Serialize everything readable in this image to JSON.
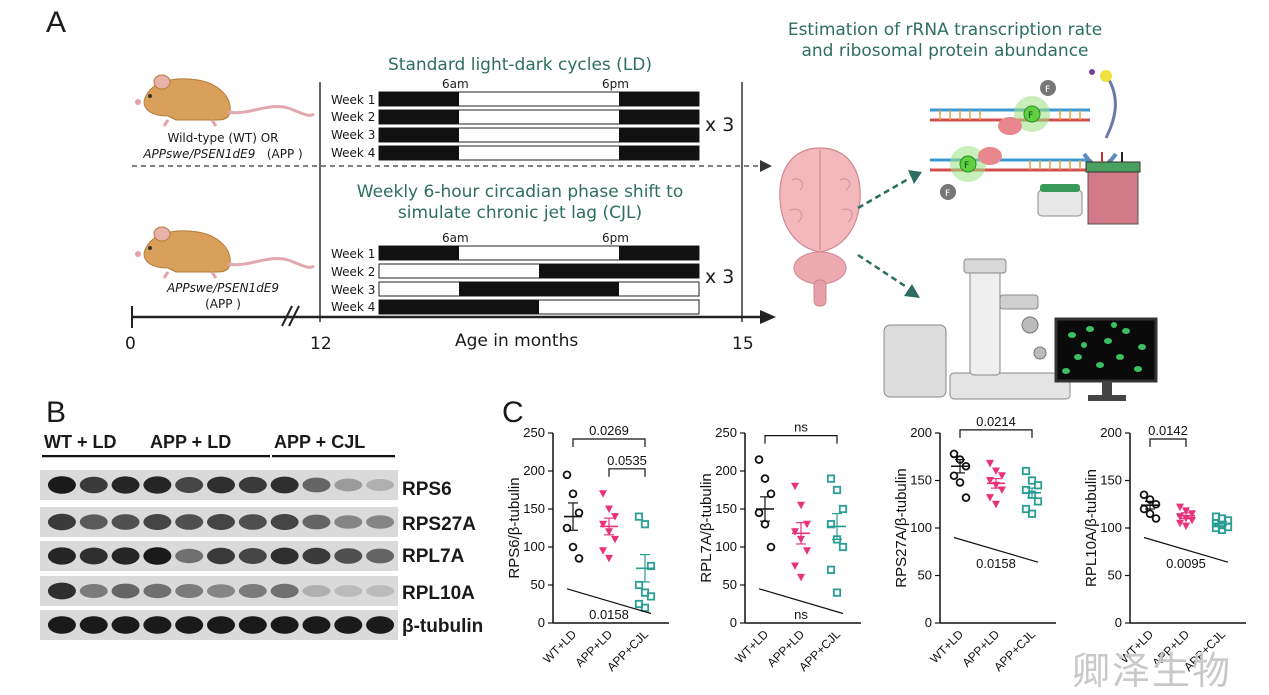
{
  "panels": {
    "a": "A",
    "b": "B",
    "c": "C"
  },
  "panel_a": {
    "header": [
      "Estimation of rRNA transcription rate",
      "and ribosomal protein abundance"
    ],
    "ld_title": "Standard light-dark cycles (LD)",
    "cjl_title": [
      "Weekly 6-hour circadian phase shift to",
      "simulate chronic jet lag (CJL)"
    ],
    "mouse1_label": [
      "Wild-type (WT) OR",
      "APPswe/PSEN1dE9",
      "(APP )"
    ],
    "mouse2_label": [
      "APPswe/PSEN1dE9",
      "(APP )"
    ],
    "time_6am": "6am",
    "time_6pm": "6pm",
    "weeks": [
      "Week 1",
      "Week 2",
      "Week 3",
      "Week 4"
    ],
    "repeat": "x 3",
    "axis_ticks": [
      "0",
      "12",
      "15"
    ],
    "axis_label": "Age in months",
    "ld_schedule": [
      {
        "dark": [
          [
            0,
            6
          ],
          [
            18,
            24
          ]
        ]
      },
      {
        "dark": [
          [
            0,
            6
          ],
          [
            18,
            24
          ]
        ]
      },
      {
        "dark": [
          [
            0,
            6
          ],
          [
            18,
            24
          ]
        ]
      },
      {
        "dark": [
          [
            0,
            6
          ],
          [
            18,
            24
          ]
        ]
      }
    ],
    "cjl_schedule": [
      {
        "dark": [
          [
            0,
            6
          ],
          [
            18,
            24
          ]
        ]
      },
      {
        "dark": [
          [
            12,
            24
          ]
        ]
      },
      {
        "dark": [
          [
            6,
            18
          ]
        ]
      },
      {
        "dark": [
          [
            0,
            12
          ]
        ]
      }
    ]
  },
  "panel_b": {
    "groups": [
      "WT + LD",
      "APP + LD",
      "APP + CJL"
    ],
    "proteins": [
      "RPS6",
      "RPS27A",
      "RPL7A",
      "RPL10A",
      "β-tubulin"
    ],
    "band_intensity": [
      [
        0.95,
        0.8,
        0.9,
        0.9,
        0.75,
        0.85,
        0.8,
        0.85,
        0.6,
        0.35,
        0.25
      ],
      [
        0.8,
        0.65,
        0.7,
        0.75,
        0.7,
        0.75,
        0.7,
        0.75,
        0.6,
        0.45,
        0.45
      ],
      [
        0.9,
        0.85,
        0.9,
        0.95,
        0.55,
        0.8,
        0.75,
        0.85,
        0.8,
        0.7,
        0.6
      ],
      [
        0.85,
        0.5,
        0.6,
        0.55,
        0.5,
        0.45,
        0.5,
        0.55,
        0.25,
        0.2,
        0.2
      ],
      [
        0.95,
        0.95,
        0.95,
        0.95,
        0.95,
        0.95,
        0.95,
        0.95,
        0.95,
        0.95,
        0.95
      ]
    ]
  },
  "watermark": "卿泽生物",
  "chart_data": [
    {
      "type": "scatter",
      "ylabel": "RPS6/β-tubulin",
      "categories": [
        "WT+LD",
        "APP+LD",
        "APP+CJL"
      ],
      "ylim": [
        0,
        250
      ],
      "yticks": [
        "0",
        "50",
        "100",
        "150",
        "200",
        "250"
      ],
      "series": [
        {
          "values": [
            195,
            170,
            145,
            125,
            100,
            85
          ],
          "mean": 140,
          "sem": 18,
          "color": "#111111",
          "marker": "circle"
        },
        {
          "values": [
            170,
            150,
            140,
            130,
            120,
            110,
            95,
            85
          ],
          "mean": 127,
          "sem": 11,
          "color": "#e8337a",
          "marker": "triangle-down"
        },
        {
          "values": [
            140,
            130,
            75,
            50,
            40,
            35,
            25,
            20
          ],
          "mean": 72,
          "sem": 18,
          "color": "#2a9d94",
          "marker": "square"
        }
      ],
      "brackets": [
        {
          "from": 0,
          "to": 2,
          "label": "0.0269"
        },
        {
          "from": 1,
          "to": 2,
          "label": "0.0535"
        }
      ],
      "trend_label": "0.0158"
    },
    {
      "type": "scatter",
      "ylabel": "RPL7A/β-tubulin",
      "categories": [
        "WT+LD",
        "APP+LD",
        "APP+CJL"
      ],
      "ylim": [
        0,
        250
      ],
      "yticks": [
        "0",
        "50",
        "100",
        "150",
        "200",
        "250"
      ],
      "series": [
        {
          "values": [
            215,
            190,
            170,
            145,
            130,
            100
          ],
          "mean": 150,
          "sem": 16,
          "color": "#111111",
          "marker": "circle"
        },
        {
          "values": [
            180,
            155,
            130,
            120,
            110,
            95,
            75,
            60
          ],
          "mean": 118,
          "sem": 14,
          "color": "#e8337a",
          "marker": "triangle-down"
        },
        {
          "values": [
            190,
            175,
            150,
            130,
            110,
            100,
            70,
            40
          ],
          "mean": 127,
          "sem": 17,
          "color": "#2a9d94",
          "marker": "square"
        }
      ],
      "brackets": [
        {
          "from": 0,
          "to": 2,
          "label": "ns"
        }
      ],
      "trend_label": "ns"
    },
    {
      "type": "scatter",
      "ylabel": "RPS27A/β-tubulin",
      "categories": [
        "WT+LD",
        "APP+LD",
        "APP+CJL"
      ],
      "ylim": [
        0,
        200
      ],
      "yticks": [
        "0",
        "50",
        "100",
        "150",
        "200"
      ],
      "series": [
        {
          "values": [
            178,
            172,
            165,
            155,
            148,
            132
          ],
          "mean": 165,
          "sem": 7,
          "color": "#111111",
          "marker": "circle"
        },
        {
          "values": [
            168,
            160,
            155,
            150,
            145,
            140,
            132,
            125
          ],
          "mean": 147,
          "sem": 5,
          "color": "#e8337a",
          "marker": "triangle-down"
        },
        {
          "values": [
            160,
            150,
            145,
            140,
            135,
            128,
            120,
            115
          ],
          "mean": 137,
          "sem": 5,
          "color": "#2a9d94",
          "marker": "square"
        }
      ],
      "brackets": [
        {
          "from": 0,
          "to": 2,
          "label": "0.0214"
        }
      ],
      "trend_label": "0.0158"
    },
    {
      "type": "scatter",
      "ylabel": "RPL10A/β-tubulin",
      "categories": [
        "WT+LD",
        "APP+LD",
        "APP+CJL"
      ],
      "ylim": [
        0,
        200
      ],
      "yticks": [
        "0",
        "50",
        "100",
        "150",
        "200"
      ],
      "series": [
        {
          "values": [
            135,
            130,
            125,
            120,
            115,
            110
          ],
          "mean": 124,
          "sem": 4,
          "color": "#111111",
          "marker": "circle"
        },
        {
          "values": [
            122,
            118,
            115,
            112,
            110,
            108,
            105,
            102
          ],
          "mean": 113,
          "sem": 3,
          "color": "#e8337a",
          "marker": "triangle-down"
        },
        {
          "values": [
            112,
            110,
            108,
            105,
            103,
            101,
            100,
            98
          ],
          "mean": 105,
          "sem": 2,
          "color": "#2a9d94",
          "marker": "square"
        }
      ],
      "brackets": [
        {
          "from": 0,
          "to": 1,
          "label": "0.0142"
        }
      ],
      "trend_label": "0.0095"
    }
  ]
}
